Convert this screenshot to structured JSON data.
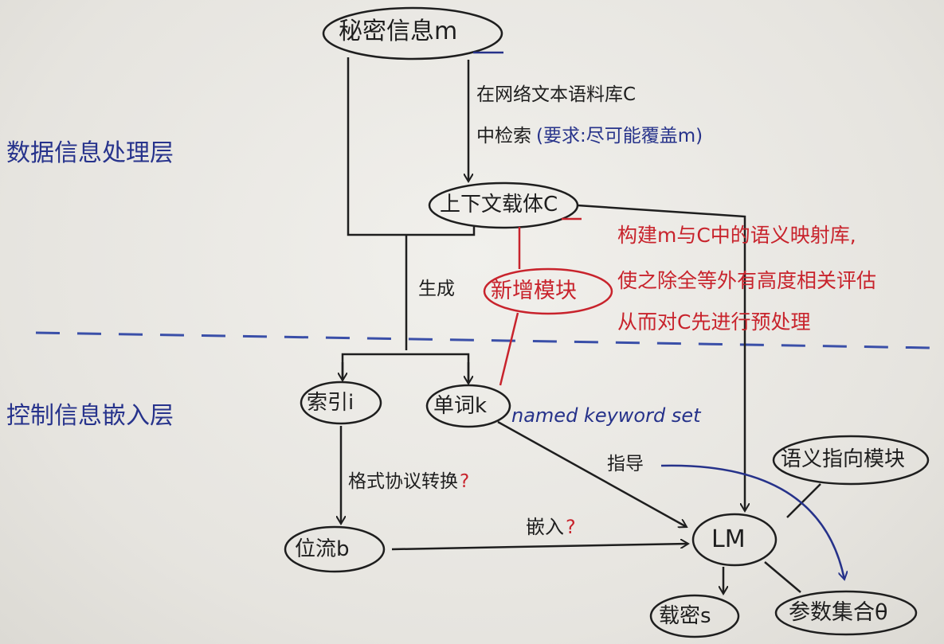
{
  "layers": {
    "top": "数据信息处理层",
    "bottom": "控制信息嵌入层"
  },
  "nodes": {
    "secret": "秘密信息m",
    "carrier": "上下文载体C",
    "new_module": "新增模块",
    "index": "索引i",
    "word": "单词k",
    "bitstream": "位流b",
    "lm": "LM",
    "stego": "载密s",
    "params": "参数集合θ",
    "semantic_module": "语义指向模块"
  },
  "edges": {
    "retrieve_line1": "在网络文本语料库C",
    "retrieve_line2_black": "中检索",
    "retrieve_line2_blue": "(要求:尽可能覆盖m)",
    "generate": "生成",
    "keyword_set": "named keyword set",
    "guide": "指导",
    "format_convert": "格式协议转换",
    "format_q": "?",
    "embed": "嵌入",
    "embed_q": "?"
  },
  "notes": {
    "line1": "构建m与C中的语义映射库,",
    "line2": "使之除全等外有高度相关评估",
    "line3": "从而对C先进行预处理"
  },
  "colors": {
    "ink_black": "#1e1e1e",
    "ink_blue": "#26328a",
    "ink_red": "#c8232c"
  }
}
